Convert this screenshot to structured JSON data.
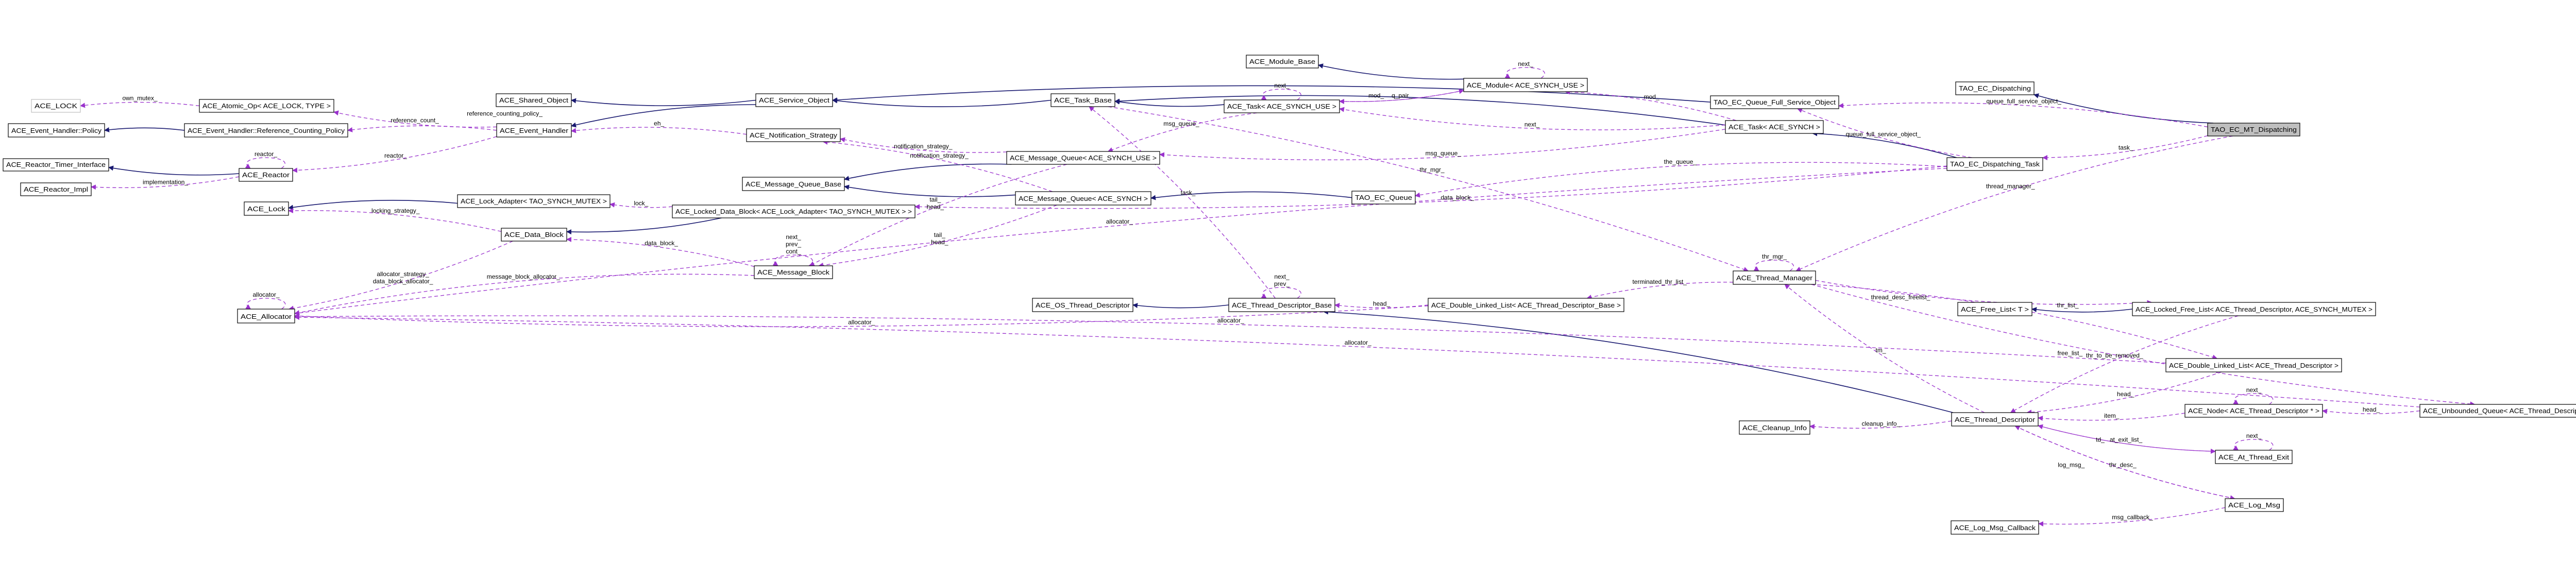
{
  "colors": {
    "inheritance": "#191970",
    "usage": "#9a32cd",
    "focus_fill": "#bfbfbf",
    "undocumented_border": "#bfbfbf"
  },
  "nodes": [
    {
      "id": "ace_lock_tpl",
      "label": "ACE_LOCK",
      "kind": "undocumented"
    },
    {
      "id": "atomic_op",
      "label": "ACE_Atomic_Op< ACE_LOCK, TYPE >"
    },
    {
      "id": "eh_policy",
      "label": "ACE_Event_Handler::Policy"
    },
    {
      "id": "ref_policy",
      "label": "ACE_Event_Handler::Reference_Counting_Policy"
    },
    {
      "id": "timer_if",
      "label": "ACE_Reactor_Timer_Interface"
    },
    {
      "id": "reactor",
      "label": "ACE_Reactor"
    },
    {
      "id": "reactor_impl",
      "label": "ACE_Reactor_Impl"
    },
    {
      "id": "ace_lock",
      "label": "ACE_Lock"
    },
    {
      "id": "allocator",
      "label": "ACE_Allocator"
    },
    {
      "id": "shared_obj",
      "label": "ACE_Shared_Object"
    },
    {
      "id": "service_obj",
      "label": "ACE_Service_Object"
    },
    {
      "id": "event_handler",
      "label": "ACE_Event_Handler"
    },
    {
      "id": "notif",
      "label": "ACE_Notification_Strategy"
    },
    {
      "id": "mq_base",
      "label": "ACE_Message_Queue_Base"
    },
    {
      "id": "lock_adapter",
      "label": "ACE_Lock_Adapter< TAO_SYNCH_MUTEX >"
    },
    {
      "id": "locked_db",
      "label": "ACE_Locked_Data_Block< ACE_Lock_Adapter< TAO_SYNCH_MUTEX > >"
    },
    {
      "id": "data_block",
      "label": "ACE_Data_Block"
    },
    {
      "id": "msg_block",
      "label": "ACE_Message_Block"
    },
    {
      "id": "task_base",
      "label": "ACE_Task_Base"
    },
    {
      "id": "module_base",
      "label": "ACE_Module_Base"
    },
    {
      "id": "module",
      "label": "ACE_Module< ACE_SYNCH_USE >"
    },
    {
      "id": "task_use",
      "label": "ACE_Task< ACE_SYNCH_USE >"
    },
    {
      "id": "mq_use",
      "label": "ACE_Message_Queue< ACE_SYNCH_USE >"
    },
    {
      "id": "mq_synch",
      "label": "ACE_Message_Queue< ACE_SYNCH >"
    },
    {
      "id": "ec_queue",
      "label": "TAO_EC_Queue"
    },
    {
      "id": "qfso",
      "label": "TAO_EC_Queue_Full_Service_Object"
    },
    {
      "id": "task_synch",
      "label": "ACE_Task< ACE_SYNCH >"
    },
    {
      "id": "ec_dispatching",
      "label": "TAO_EC_Dispatching"
    },
    {
      "id": "mt_dispatching",
      "label": "TAO_EC_MT_Dispatching",
      "kind": "focus"
    },
    {
      "id": "disp_task",
      "label": "TAO_EC_Dispatching_Task"
    },
    {
      "id": "os_td",
      "label": "ACE_OS_Thread_Descriptor"
    },
    {
      "id": "td_base",
      "label": "ACE_Thread_Descriptor_Base"
    },
    {
      "id": "dll_tdb",
      "label": "ACE_Double_Linked_List< ACE_Thread_Descriptor_Base >"
    },
    {
      "id": "thr_mgr",
      "label": "ACE_Thread_Manager"
    },
    {
      "id": "cleanup",
      "label": "ACE_Cleanup_Info"
    },
    {
      "id": "free_list",
      "label": "ACE_Free_List< T >"
    },
    {
      "id": "locked_fl",
      "label": "ACE_Locked_Free_List< ACE_Thread_Descriptor, ACE_SYNCH_MUTEX >"
    },
    {
      "id": "dll_td",
      "label": "ACE_Double_Linked_List< ACE_Thread_Descriptor >"
    },
    {
      "id": "node",
      "label": "ACE_Node< ACE_Thread_Descriptor * >"
    },
    {
      "id": "unb_queue",
      "label": "ACE_Unbounded_Queue< ACE_Thread_Descriptor * >"
    },
    {
      "id": "td",
      "label": "ACE_Thread_Descriptor"
    },
    {
      "id": "at_exit",
      "label": "ACE_At_Thread_Exit"
    },
    {
      "id": "log_msg",
      "label": "ACE_Log_Msg"
    },
    {
      "id": "log_cb",
      "label": "ACE_Log_Msg_Callback"
    }
  ],
  "edges": [
    {
      "from": "service_obj",
      "to": "shared_obj",
      "type": "inheritance",
      "label": []
    },
    {
      "from": "service_obj",
      "to": "event_handler",
      "type": "inheritance",
      "label": []
    },
    {
      "from": "task_base",
      "to": "service_obj",
      "type": "inheritance",
      "label": []
    },
    {
      "from": "qfso",
      "to": "service_obj",
      "type": "inheritance",
      "label": []
    },
    {
      "from": "task_use",
      "to": "task_base",
      "type": "inheritance",
      "label": []
    },
    {
      "from": "task_synch",
      "to": "task_base",
      "type": "inheritance",
      "label": []
    },
    {
      "from": "module",
      "to": "module_base",
      "type": "inheritance",
      "label": []
    },
    {
      "from": "disp_task",
      "to": "task_synch",
      "type": "inheritance",
      "label": []
    },
    {
      "from": "mt_dispatching",
      "to": "ec_dispatching",
      "type": "inheritance",
      "label": []
    },
    {
      "from": "ref_policy",
      "to": "eh_policy",
      "type": "inheritance",
      "label": []
    },
    {
      "from": "reactor",
      "to": "timer_if",
      "type": "inheritance",
      "label": []
    },
    {
      "from": "lock_adapter",
      "to": "ace_lock",
      "type": "inheritance",
      "label": []
    },
    {
      "from": "locked_db",
      "to": "data_block",
      "type": "inheritance",
      "label": []
    },
    {
      "from": "mq_use",
      "to": "mq_base",
      "type": "inheritance",
      "label": []
    },
    {
      "from": "mq_synch",
      "to": "mq_base",
      "type": "inheritance",
      "label": []
    },
    {
      "from": "ec_queue",
      "to": "mq_synch",
      "type": "inheritance",
      "label": []
    },
    {
      "from": "td_base",
      "to": "os_td",
      "type": "inheritance",
      "label": []
    },
    {
      "from": "td",
      "to": "td_base",
      "type": "inheritance",
      "label": []
    },
    {
      "from": "locked_fl",
      "to": "free_list",
      "type": "inheritance",
      "label": []
    },
    {
      "from": "atomic_op",
      "to": "ace_lock_tpl",
      "type": "usage",
      "label": [
        "own_mutex_"
      ]
    },
    {
      "from": "event_handler",
      "to": "atomic_op",
      "type": "usage",
      "label": [
        "reference_count_"
      ]
    },
    {
      "from": "event_handler",
      "to": "ref_policy",
      "type": "usage",
      "label": [
        "reference_counting_policy_"
      ]
    },
    {
      "from": "event_handler",
      "to": "reactor",
      "type": "usage",
      "label": [
        "reactor_"
      ]
    },
    {
      "from": "reactor",
      "to": "reactor",
      "type": "usage",
      "label": [
        "reactor_"
      ]
    },
    {
      "from": "reactor",
      "to": "reactor_impl",
      "type": "usage",
      "label": [
        "implementation_"
      ]
    },
    {
      "from": "notif",
      "to": "event_handler",
      "type": "usage",
      "label": [
        "eh_"
      ]
    },
    {
      "from": "mq_use",
      "to": "notif",
      "type": "usage",
      "label": [
        "notification_strategy_"
      ]
    },
    {
      "from": "mq_synch",
      "to": "notif",
      "type": "usage",
      "label": [
        "notification_strategy_"
      ]
    },
    {
      "from": "locked_db",
      "to": "lock_adapter",
      "type": "usage",
      "label": [
        "lock_"
      ]
    },
    {
      "from": "data_block",
      "to": "ace_lock",
      "type": "usage",
      "label": [
        "locking_strategy_"
      ]
    },
    {
      "from": "data_block",
      "to": "allocator",
      "type": "usage",
      "label": [
        "allocator_strategy_",
        "data_block_allocator_"
      ]
    },
    {
      "from": "msg_block",
      "to": "allocator",
      "type": "usage",
      "label": [
        "message_block_allocator_"
      ]
    },
    {
      "from": "allocator",
      "to": "allocator",
      "type": "usage",
      "label": [
        "allocator_"
      ]
    },
    {
      "from": "msg_block",
      "to": "data_block",
      "type": "usage",
      "label": [
        "data_block_"
      ]
    },
    {
      "from": "msg_block",
      "to": "msg_block",
      "type": "usage",
      "label": [
        "next_",
        "prev_",
        "cont_"
      ]
    },
    {
      "from": "mq_use",
      "to": "msg_block",
      "type": "usage",
      "label": [
        "tail_",
        "head_"
      ]
    },
    {
      "from": "mq_synch",
      "to": "msg_block",
      "type": "usage",
      "label": [
        "tail_",
        "head_"
      ]
    },
    {
      "from": "task_use",
      "to": "task_use",
      "type": "usage",
      "label": [
        "next_"
      ]
    },
    {
      "from": "module",
      "to": "task_use",
      "type": "usage",
      "label": [
        "q_pair_"
      ]
    },
    {
      "from": "task_use",
      "to": "module",
      "type": "usage",
      "label": [
        "mod_"
      ]
    },
    {
      "from": "module",
      "to": "module",
      "type": "usage",
      "label": [
        "next_"
      ]
    },
    {
      "from": "task_synch",
      "to": "module",
      "type": "usage",
      "label": [
        "mod_"
      ]
    },
    {
      "from": "task_synch",
      "to": "task_use",
      "type": "usage",
      "label": [
        "next_"
      ]
    },
    {
      "from": "task_use",
      "to": "mq_use",
      "type": "usage",
      "label": [
        "msg_queue_"
      ]
    },
    {
      "from": "task_synch",
      "to": "mq_use",
      "type": "usage",
      "label": [
        "msg_queue_"
      ]
    },
    {
      "from": "td_base",
      "to": "task_base",
      "type": "usage",
      "label": [
        "task_"
      ]
    },
    {
      "from": "task_base",
      "to": "thr_mgr",
      "type": "usage",
      "label": [
        "thr_mgr_"
      ]
    },
    {
      "from": "disp_task",
      "to": "ec_queue",
      "type": "usage",
      "label": [
        "the_queue_"
      ]
    },
    {
      "from": "disp_task",
      "to": "qfso",
      "type": "usage",
      "label": [
        "queue_full_service_object_"
      ]
    },
    {
      "from": "mt_dispatching",
      "to": "qfso",
      "type": "usage",
      "label": [
        "queue_full_service_object_"
      ]
    },
    {
      "from": "mt_dispatching",
      "to": "disp_task",
      "type": "usage",
      "label": [
        "task_"
      ]
    },
    {
      "from": "mt_dispatching",
      "to": "thr_mgr",
      "type": "usage",
      "label": [
        "thread_manager_"
      ]
    },
    {
      "from": "disp_task",
      "to": "locked_db",
      "type": "usage",
      "label": [
        "data_block_"
      ]
    },
    {
      "from": "disp_task",
      "to": "allocator",
      "type": "usage",
      "label": [
        "allocator_"
      ]
    },
    {
      "from": "thr_mgr",
      "to": "thr_mgr",
      "type": "usage",
      "label": [
        "thr_mgr_"
      ]
    },
    {
      "from": "thr_mgr",
      "to": "dll_tdb",
      "type": "usage",
      "label": [
        "terminated_thr_list_"
      ]
    },
    {
      "from": "dll_tdb",
      "to": "td_base",
      "type": "usage",
      "label": [
        "head_"
      ]
    },
    {
      "from": "td_base",
      "to": "td_base",
      "type": "usage",
      "label": [
        "next_",
        "prev_"
      ]
    },
    {
      "from": "dll_tdb",
      "to": "allocator",
      "type": "usage",
      "label": [
        "allocator_"
      ]
    },
    {
      "from": "thr_mgr",
      "to": "locked_fl",
      "type": "usage",
      "label": [
        "thread_desc_freelist_"
      ]
    },
    {
      "from": "thr_mgr",
      "to": "dll_td",
      "type": "usage",
      "label": [
        "thr_list_"
      ]
    },
    {
      "from": "thr_mgr",
      "to": "unb_queue",
      "type": "usage",
      "label": [
        "thr_to_be_removed_"
      ]
    },
    {
      "from": "td",
      "to": "thr_mgr",
      "type": "usage",
      "label": [
        "tm_"
      ]
    },
    {
      "from": "locked_fl",
      "to": "td",
      "type": "usage",
      "label": [
        "free_list_"
      ]
    },
    {
      "from": "dll_td",
      "to": "td",
      "type": "usage",
      "label": [
        "head_"
      ]
    },
    {
      "from": "dll_td",
      "to": "allocator",
      "type": "usage",
      "label": [
        "allocator_"
      ]
    },
    {
      "from": "node",
      "to": "td",
      "type": "usage",
      "label": [
        "item_"
      ]
    },
    {
      "from": "node",
      "to": "node",
      "type": "usage",
      "label": [
        "next_"
      ]
    },
    {
      "from": "unb_queue",
      "to": "node",
      "type": "usage",
      "label": [
        "head_"
      ]
    },
    {
      "from": "unb_queue",
      "to": "allocator",
      "type": "usage",
      "label": [
        "allocator_"
      ]
    },
    {
      "from": "td",
      "to": "cleanup",
      "type": "usage",
      "label": [
        "cleanup_info_"
      ]
    },
    {
      "from": "td",
      "to": "at_exit",
      "type": "usage",
      "label": [
        "at_exit_list_"
      ]
    },
    {
      "from": "at_exit",
      "to": "td",
      "type": "usage",
      "label": [
        "td_"
      ]
    },
    {
      "from": "at_exit",
      "to": "at_exit",
      "type": "usage",
      "label": [
        "next_"
      ]
    },
    {
      "from": "log_msg",
      "to": "td",
      "type": "usage",
      "label": [
        "thr_desc_"
      ]
    },
    {
      "from": "td",
      "to": "log_msg",
      "type": "usage",
      "label": [
        "log_msg_"
      ]
    },
    {
      "from": "log_msg",
      "to": "log_cb",
      "type": "usage",
      "label": [
        "msg_callback_"
      ]
    }
  ]
}
